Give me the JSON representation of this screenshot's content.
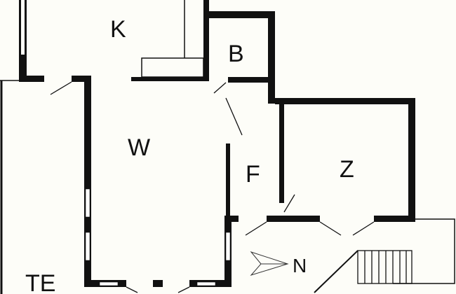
{
  "rooms": {
    "kitchen": "K",
    "bathroom": "B",
    "living": "W",
    "hallway": "F",
    "bedroom": "Z",
    "terrace": "TE"
  },
  "compass": {
    "label": "N"
  },
  "colors": {
    "wall": "#111111",
    "background": "#fdfdf8",
    "window": "#ffffff"
  }
}
